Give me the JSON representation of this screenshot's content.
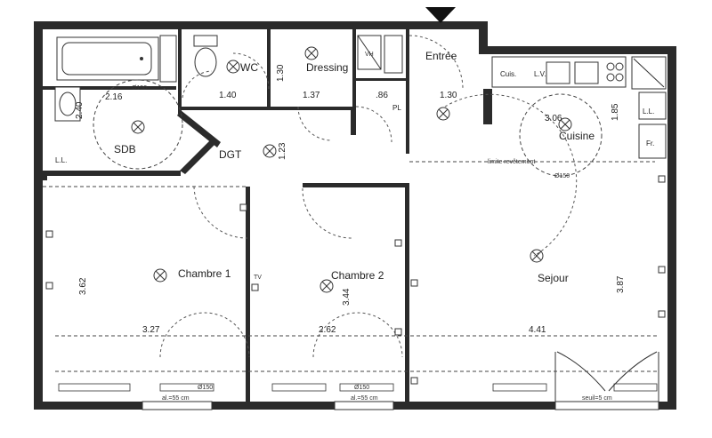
{
  "rooms": {
    "wc": "WC",
    "dressing": "Dressing",
    "entree": "Entrée",
    "sdb": "SDB",
    "dgt": "DGT",
    "cuisine": "Cuisine",
    "chambre1": "Chambre 1",
    "chambre2": "Chambre 2",
    "sejour": "Sejour"
  },
  "dimensions": {
    "sdb_h": "2.40",
    "sdb_w": "2.16",
    "wc_w": "1.40",
    "wc_h": "1.30",
    "dressing_w": "1.37",
    "dgt_h": "1.23",
    "pl_w": ".86",
    "entree_w": "1.30",
    "cuisine_w": "3.06",
    "cuisine_h": "1.85",
    "chambre1_h": "3.62",
    "chambre1_w": "3.27",
    "chambre2_h": "3.44",
    "chambre2_w": "2.62",
    "sejour_h": "3.87",
    "sejour_w": "4.41"
  },
  "labels": {
    "ll_sdb": "L.L.",
    "ll_cuisine": "L.L.",
    "cuis": "Cuis.",
    "lv": "L.V.",
    "fr": "Fr.",
    "pl": "PL",
    "vh": "VH",
    "tv": "TV",
    "limite": "limite revêtement",
    "diam_sdb": "Ø150",
    "diam_cuisine": "Ø150",
    "diam_ch1": "Ø150",
    "diam_ch2": "Ø150",
    "allege1": "al.=55 cm",
    "allege2": "al.=55 cm",
    "seuil": "seuil=5 cm"
  }
}
